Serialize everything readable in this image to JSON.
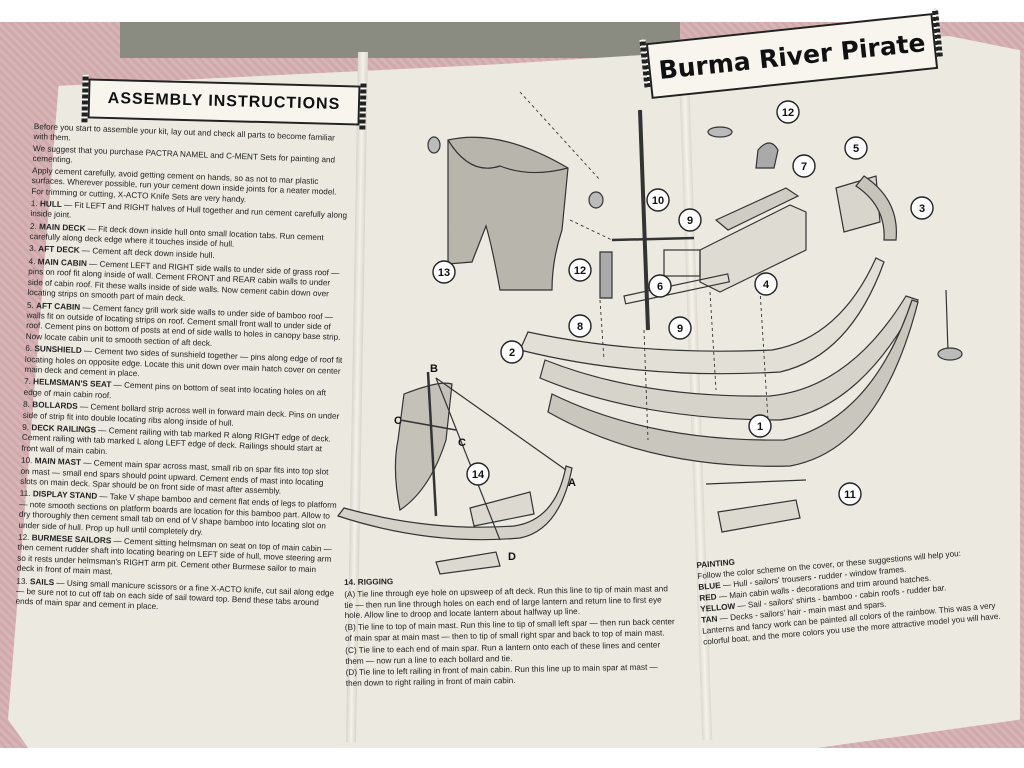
{
  "title": "Burma River Pirate",
  "assembly_heading": "ASSEMBLY INSTRUCTIONS",
  "intro": [
    "Before you start to assemble your kit, lay out and check all parts to become familiar with them.",
    "We suggest that you purchase PACTRA NAMEL and C-MENT Sets for painting and cementing.",
    "Apply cement carefully, avoid getting cement on hands, so as not to mar plastic surfaces. Wherever possible, run your cement down inside joints for a neater model.",
    "For trimming or cutting, X-ACTO Knife Sets are very handy."
  ],
  "steps": [
    {
      "num": "1.",
      "name": "HULL",
      "text": " — Fit LEFT and RIGHT halves of Hull together and run cement carefully along inside joint."
    },
    {
      "num": "2.",
      "name": "MAIN DECK",
      "text": " — Fit deck down inside hull onto small location tabs. Run cement carefully along deck edge where it touches inside of hull."
    },
    {
      "num": "3.",
      "name": "AFT DECK",
      "text": " — Cement aft deck down inside hull."
    },
    {
      "num": "4.",
      "name": "MAIN CABIN",
      "text": " — Cement LEFT and RIGHT side walls to under side of grass roof — pins on roof fit along inside of wall. Cement FRONT and REAR cabin walls to under side of cabin roof. Fit these walls inside of side walls. Now cement cabin down over locating strips on smooth part of main deck."
    },
    {
      "num": "5.",
      "name": "AFT CABIN",
      "text": " — Cement fancy grill work side walls to under side of bamboo roof — walls fit on outside of locating strips on roof. Cement small front wall to under side of roof. Cement pins on bottom of posts at end of side walls to holes in canopy base strip. Now locate cabin unit to smooth section of aft deck."
    },
    {
      "num": "6.",
      "name": "SUNSHIELD",
      "text": " — Cement two sides of sunshield together — pins along edge of roof fit locating holes on opposite edge. Locate this unit down over main hatch cover on center main deck and cement in place."
    },
    {
      "num": "7.",
      "name": "HELMSMAN'S SEAT",
      "text": " — Cement pins on bottom of seat into locating holes on aft edge of main cabin roof."
    },
    {
      "num": "8.",
      "name": "BOLLARDS",
      "text": " — Cement bollard strip across well in forward main deck. Pins on under side of strip fit into double locating ribs along inside of hull."
    },
    {
      "num": "9.",
      "name": "DECK RAILINGS",
      "text": " — Cement railing with tab marked R along RIGHT edge of deck. Cement railing with tab marked L along LEFT edge of deck. Railings should start at front wall of main cabin."
    },
    {
      "num": "10.",
      "name": "MAIN MAST",
      "text": " — Cement main spar across mast, small rib on spar fits into top slot on mast — small end spars should point upward. Cement ends of mast into locating slots on main deck. Spar should be on front side of mast after assembly."
    },
    {
      "num": "11.",
      "name": "DISPLAY STAND",
      "text": " — Take V shape bamboo and cement flat ends of legs to platform — note smooth sections on platform boards are location for this bamboo part. Allow to dry thoroughly then cement small tab on end of V shape bamboo into locating slot on under side of hull. Prop up hull until completely dry."
    },
    {
      "num": "12.",
      "name": "BURMESE SAILORS",
      "text": " — Cement sitting helmsman on seat on top of main cabin — then cement rudder shaft into locating bearing on LEFT side of hull, move steering arm so it rests under helmsman's RIGHT arm pit. Cement other Burmese sailor to main deck in front of main mast."
    },
    {
      "num": "13.",
      "name": "SAILS",
      "text": " — Using small manicure scissors or a fine X-ACTO knife, cut sail along edge — be sure not to cut off tab on each side of sail toward top. Bend these tabs around ends of main spar and cement in place."
    }
  ],
  "rigging": {
    "heading": "14. RIGGING",
    "items": [
      "(A) Tie line through eye hole on upsweep of aft deck. Run this line to tip of main mast and tie — then run line through holes on each end of large lantern and return line to first eye hole. Allow line to droop and locate lantern about halfway up line.",
      "(B) Tie line to top of main mast. Run this line to tip of small left spar — then run back center of main spar at main mast — then to tip of small right spar and back to top of main mast.",
      "(C) Tie line to each end of main spar. Run a lantern onto each of these lines and center them — now run a line to each bollard and tie.",
      "(D) Tie line to left railing in front of main cabin. Run this line up to main spar at mast — then down to right railing in front of main cabin."
    ]
  },
  "painting": {
    "heading": "PAINTING",
    "intro": "Follow the color scheme on the cover, or these suggestions will help you:",
    "items": [
      {
        "color": "BLUE",
        "text": " — Hull - sailors' trousers - rudder - window frames."
      },
      {
        "color": "RED",
        "text": " — Main cabin walls - decorations and trim around hatches."
      },
      {
        "color": "YELLOW",
        "text": " — Sail - sailors' shirts - bamboo - cabin roofs - rudder bar."
      },
      {
        "color": "TAN",
        "text": " — Decks - sailors' hair - main mast and spars."
      }
    ],
    "closing": "Lanterns and fancy work can be painted all colors of the rainbow. This was a very colorful boat, and the more colors you use the more attractive model you will have."
  },
  "callouts": [
    "1",
    "2",
    "3",
    "4",
    "5",
    "6",
    "7",
    "8",
    "9",
    "9",
    "10",
    "11",
    "12",
    "12",
    "13",
    "14"
  ],
  "rig_letters": [
    "A",
    "B",
    "C",
    "C",
    "D"
  ]
}
